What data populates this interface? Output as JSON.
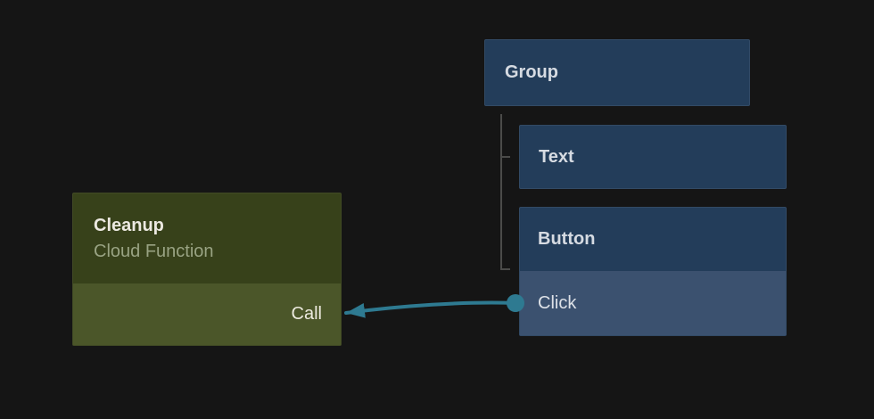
{
  "canvas": {
    "background_color": "#151515",
    "tree_line_color": "#4b4b49",
    "connector_color": "#2e7a91"
  },
  "hierarchy": {
    "group_node": {
      "label": "Group",
      "color": "#233d5a",
      "text_color": "#d6dbe2"
    },
    "text_node": {
      "label": "Text",
      "color": "#233d5a",
      "text_color": "#d6dbe2"
    },
    "button_node": {
      "label": "Button",
      "color": "#233d5a",
      "text_color": "#d6dbe2",
      "event_row": {
        "label": "Click",
        "color": "#3b516f",
        "text_color": "#dde1e7"
      }
    }
  },
  "function_node": {
    "title": "Cleanup",
    "subtitle": "Cloud Function",
    "header_color": "#37411a",
    "title_color": "#ece9e1",
    "subtitle_color": "#99a383",
    "action_row": {
      "label": "Call",
      "color": "#4b5629",
      "text_color": "#eceade"
    }
  },
  "connection": {
    "from_label": "Click",
    "to_label": "Call",
    "color": "#2e7a91"
  }
}
